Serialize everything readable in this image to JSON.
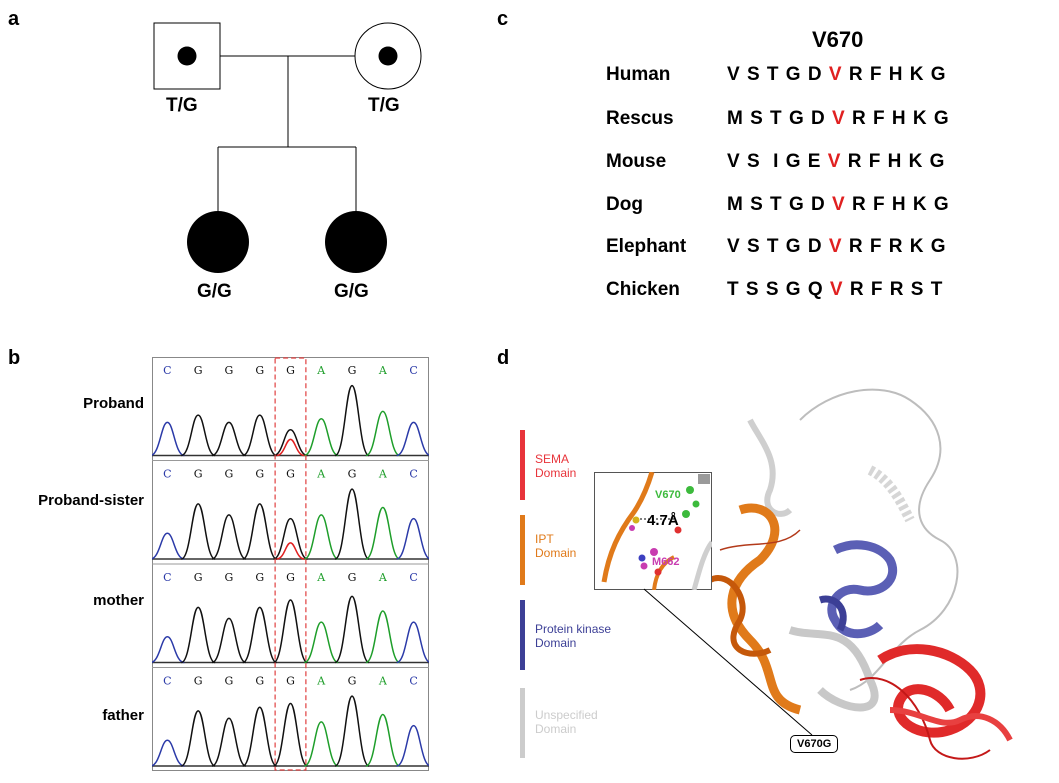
{
  "panels": {
    "a": "a",
    "b": "b",
    "c": "c",
    "d": "d"
  },
  "pedigree": {
    "father_genotype": "T/G",
    "mother_genotype": "T/G",
    "proband_genotype": "G/G",
    "sister_genotype": "G/G"
  },
  "chromatograms": {
    "bases": [
      "C",
      "G",
      "G",
      "G",
      "G",
      "A",
      "G",
      "A",
      "C"
    ],
    "base_colors": {
      "C": "#2b3aa8",
      "G": "#111111",
      "A": "#1e9e2a",
      "T": "#e02020"
    },
    "rows": [
      {
        "label": "Proband"
      },
      {
        "label": "Proband-sister"
      },
      {
        "label": "mother"
      },
      {
        "label": "father"
      }
    ]
  },
  "alignment": {
    "title": "V670",
    "rows": [
      {
        "species": "Human",
        "before": "V S T G D ",
        "mut": "V",
        "after": " R F H K G"
      },
      {
        "species": "Rescus",
        "before": "M S T G D ",
        "mut": "V",
        "after": " R F H K G"
      },
      {
        "species": "Mouse",
        "before": "V S  I G E ",
        "mut": "V",
        "after": " R F H K G"
      },
      {
        "species": "Dog",
        "before": "M S T G D ",
        "mut": "V",
        "after": " R F H K G"
      },
      {
        "species": "Elephant",
        "before": "V S T G D ",
        "mut": "V",
        "after": " R F R K G"
      },
      {
        "species": "Chicken",
        "before": "T S S G Q ",
        "mut": "V",
        "after": " R F R S T"
      }
    ]
  },
  "structure": {
    "legend": [
      {
        "label": "SEMA\nDomain",
        "color": "#e8343b"
      },
      {
        "label": "IPT\nDomain",
        "color": "#e07a1a"
      },
      {
        "label": "Protein kinase\nDomain",
        "color": "#3c3f96"
      },
      {
        "label": "Unspecified\nDomain",
        "color": "#cccccc"
      }
    ],
    "inset": {
      "distance": "4.7Å",
      "residue_a": "V670",
      "residue_b": "M662"
    },
    "callout": "V670G"
  }
}
